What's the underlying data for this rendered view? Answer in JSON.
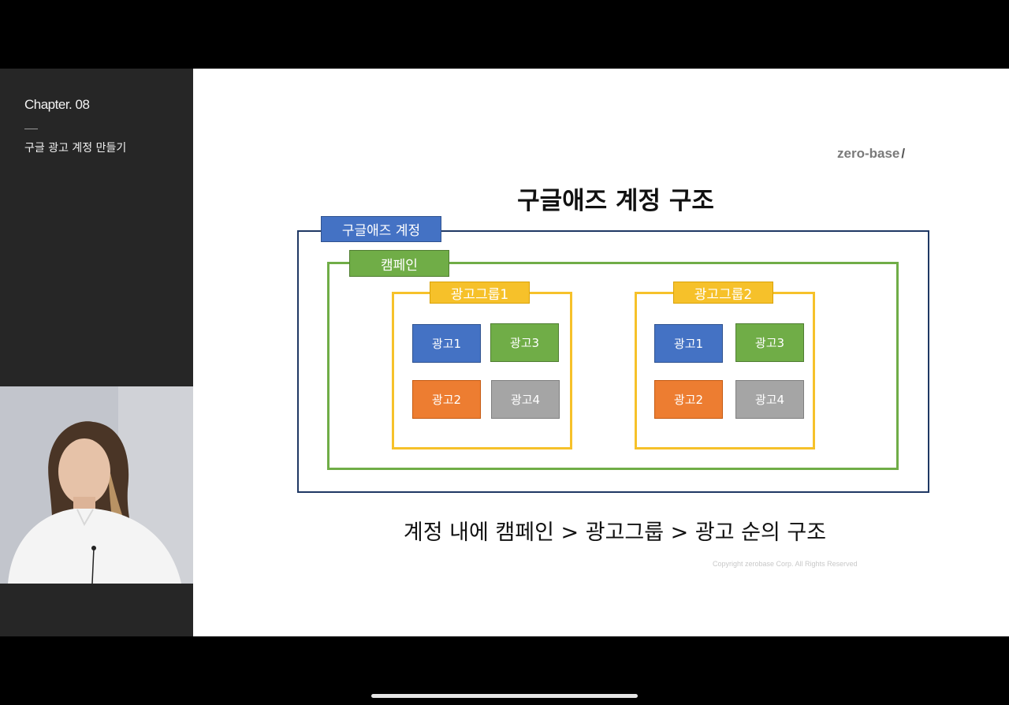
{
  "sidebar": {
    "chapter": "Chapter. 08",
    "subtitle": "구글 광고 계정 만들기"
  },
  "slide": {
    "logo_text": "zero-base",
    "logo_mark": "/",
    "title": "구글애즈 계정 구조",
    "caption": "계정 내에 캠페인 > 광고그룹 > 광고 순의 구조",
    "copyright": "Copyright zerobase Corp. All Rights Reserved"
  },
  "diagram": {
    "account_label": "구글애즈 계정",
    "campaign_label": "캠페인",
    "groups": [
      {
        "label": "광고그룹1",
        "ads": [
          "광고1",
          "광고3",
          "광고2",
          "광고4"
        ]
      },
      {
        "label": "광고그룹2",
        "ads": [
          "광고1",
          "광고3",
          "광고2",
          "광고4"
        ]
      }
    ]
  },
  "colors": {
    "account": "#4472c4",
    "campaign": "#70ad47",
    "group": "#f6c12a",
    "ad_blue": "#4472c4",
    "ad_green": "#70ad47",
    "ad_orange": "#ed7d31",
    "ad_gray": "#a5a5a5"
  }
}
